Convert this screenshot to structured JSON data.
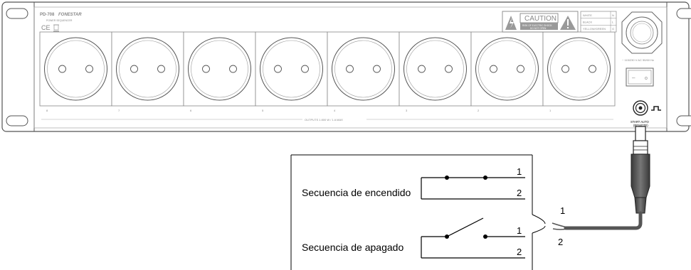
{
  "device": {
    "model": "PD-708",
    "brand": "FONESTAR",
    "subtitle": "POWER SEQUENCER",
    "certification": "CE",
    "caution": {
      "title": "CAUTION",
      "line1": "RISK OF ELECTRIC SHOCK",
      "line2": "DO NOT OPEN"
    },
    "wire_table": [
      {
        "color": "WHITE",
        "code": "N"
      },
      {
        "color": "BLACK",
        "code": "L"
      },
      {
        "color": "YELLOW/GREEN",
        "code": "G"
      }
    ],
    "power_rating": "~ 115/230 V AC 50/60 Hz",
    "switch_symbols": {
      "off": "–",
      "on": "o"
    },
    "remote_label_1": "START AUTO",
    "remote_label_2": "(REMOTE)",
    "outputs_label": "OUTPUTS 1 800 W / 1 A MAX",
    "outlet_numbers": [
      "8",
      "7",
      "6",
      "5",
      "4",
      "3",
      "2",
      "1"
    ]
  },
  "diagram": {
    "power_on_label": "Secuencia de encendido",
    "power_off_label": "Secuencia de apagado",
    "terminal_1": "1",
    "terminal_2": "2",
    "wire_1": "1",
    "wire_2": "2"
  }
}
